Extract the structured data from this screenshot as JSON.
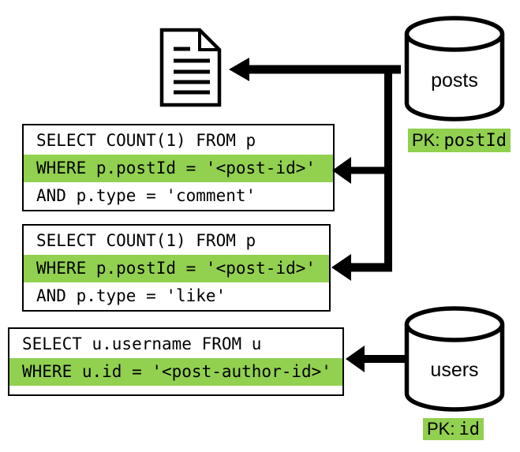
{
  "diagram": {
    "background_color": "#ffffff",
    "line_color": "#000000",
    "highlight_color": "#92d050",
    "databases": {
      "posts": {
        "label": "posts",
        "pk_prefix": "PK:",
        "pk_field": "postId"
      },
      "users": {
        "label": "users",
        "pk_prefix": "PK:",
        "pk_field": "id"
      }
    },
    "queries": {
      "comment_count": {
        "line1": "SELECT COUNT(1) FROM p",
        "line2": "WHERE p.postId = '<post-id>'",
        "line2_highlighted": true,
        "line3": "AND p.type = 'comment'"
      },
      "like_count": {
        "line1": "SELECT COUNT(1) FROM p",
        "line2": "WHERE p.postId = '<post-id>'",
        "line2_highlighted": true,
        "line3": "AND p.type = 'like'"
      },
      "username": {
        "line1": "SELECT u.username FROM u",
        "line2": "WHERE u.id = '<post-author-id>'",
        "line2_highlighted": true
      }
    }
  }
}
